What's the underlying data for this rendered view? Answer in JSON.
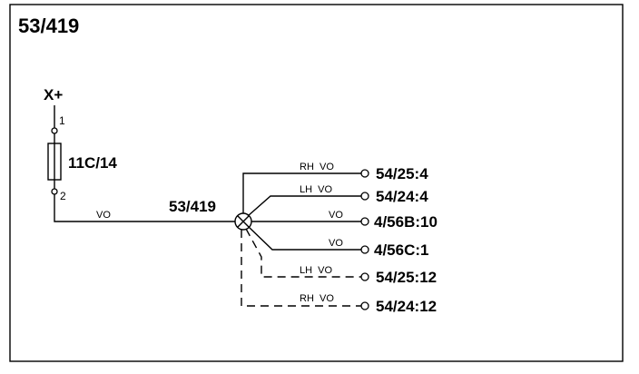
{
  "diagram": {
    "title": "53/419",
    "supply": {
      "label": "X+",
      "pin_top": "1",
      "pin_bottom": "2"
    },
    "fuse": {
      "label": "11C/14"
    },
    "splice": {
      "label": "53/419"
    },
    "feed_wire": {
      "color_code": "VO"
    },
    "branches": [
      {
        "wire_label": "RH  VO",
        "destination": "54/25:4",
        "style": "solid"
      },
      {
        "wire_label": "LH  VO",
        "destination": "54/24:4",
        "style": "solid"
      },
      {
        "wire_label": "VO",
        "destination": "4/56B:10",
        "style": "solid"
      },
      {
        "wire_label": "VO",
        "destination": "4/56C:1",
        "style": "solid"
      },
      {
        "wire_label": "LH  VO",
        "destination": "54/25:12",
        "style": "dashed"
      },
      {
        "wire_label": "RH  VO",
        "destination": "54/24:12",
        "style": "dashed"
      }
    ]
  }
}
